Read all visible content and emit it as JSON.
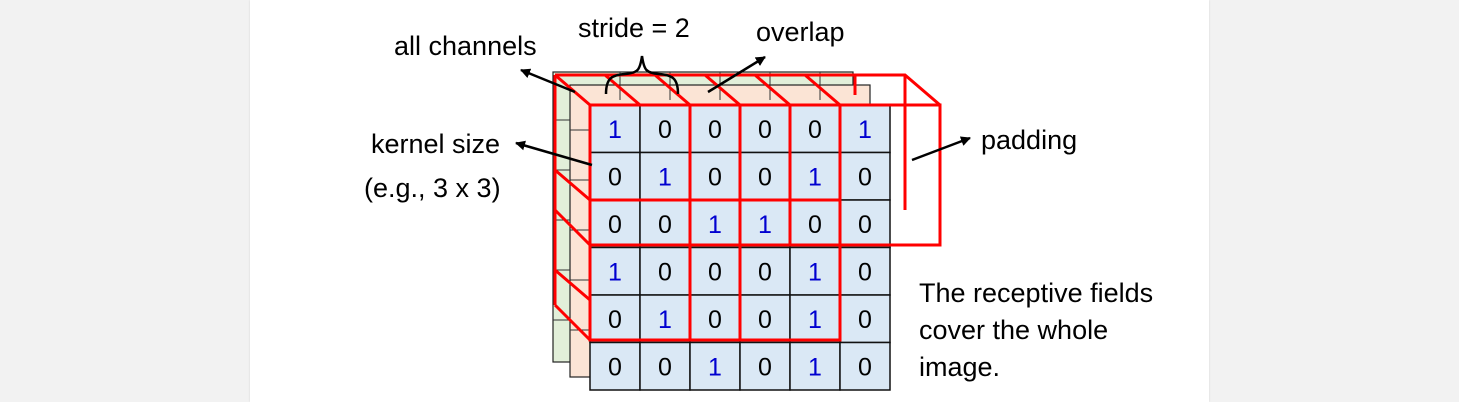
{
  "labels": {
    "all_channels": "all channels",
    "stride": "stride = 2",
    "overlap": "overlap",
    "kernel_size_line1": "kernel size",
    "kernel_size_line2": "(e.g., 3 x 3)",
    "padding": "padding",
    "caption_line1": "The receptive fields",
    "caption_line2": "cover the whole",
    "caption_line3": "image."
  },
  "image_matrix": [
    [
      "1",
      "0",
      "0",
      "0",
      "0",
      "1"
    ],
    [
      "0",
      "1",
      "0",
      "0",
      "1",
      "0"
    ],
    [
      "0",
      "0",
      "1",
      "1",
      "0",
      "0"
    ],
    [
      "1",
      "0",
      "0",
      "0",
      "1",
      "0"
    ],
    [
      "0",
      "1",
      "0",
      "0",
      "1",
      "0"
    ],
    [
      "0",
      "0",
      "1",
      "0",
      "1",
      "0"
    ]
  ],
  "colors": {
    "page": "#ffffff",
    "background": "#f2f2f2",
    "front_cell": "#dae8f5",
    "middle_channel": "#fbe4d5",
    "back_channel": "#e2efd9",
    "receptive_field": "#ff0000",
    "one_digit": "#0000d0",
    "zero_digit": "#000000"
  }
}
